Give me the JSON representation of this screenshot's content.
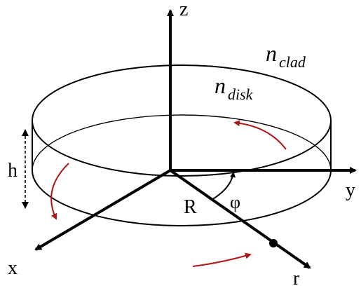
{
  "diagram": {
    "labels": {
      "z": "z",
      "y": "y",
      "x": "x",
      "r": "r",
      "R": "R",
      "phi": "φ",
      "h": "h",
      "n_clad_base": "n",
      "n_clad_sub": "clad",
      "n_disk_base": "n",
      "n_disk_sub": "disk"
    },
    "colors": {
      "stroke": "#000000",
      "arrow": "#b01818",
      "background": "#ffffff"
    }
  }
}
